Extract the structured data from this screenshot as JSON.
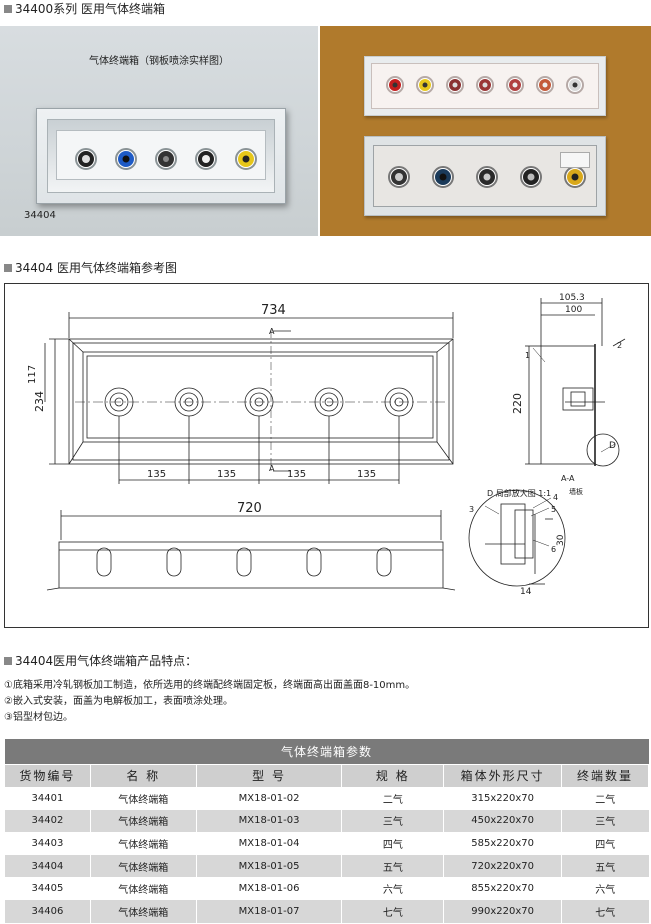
{
  "header": {
    "section1_title": "34400系列 医用气体终端箱",
    "section2_title": "34404 医用气体终端箱参考图",
    "section3_title": "34404医用气体终端箱产品特点："
  },
  "photo_left": {
    "caption": "气体终端箱（钢板喷涂实样图）",
    "code": "34404"
  },
  "drawing": {
    "dims": {
      "overall_width": "734",
      "front_height": "234",
      "half_height": "117",
      "spacing": "135",
      "bottom_width": "720",
      "side_depth_outer": "105.3",
      "side_depth_inner": "100",
      "side_height": "220",
      "detail_height": "30",
      "detail_width": "14"
    },
    "labels": {
      "section_a": "A",
      "section_aa": "A-A",
      "detail_d": "D",
      "detail_title": "D 局部放大图 1:1",
      "note": "墙板",
      "n1": "1",
      "n2": "2",
      "n3": "3",
      "n4": "4",
      "n5": "5",
      "n6": "6"
    }
  },
  "features": [
    "①底箱采用冷轧钢板加工制造，依所选用的终端配终端固定板，终端面高出面盖面8-10mm。",
    "②嵌入式安装，面盖为电解板加工，表面喷涂处理。",
    "③铝型材包边。"
  ],
  "table": {
    "caption": "气体终端箱参数",
    "headers": [
      "货物编号",
      "名 称",
      "型 号",
      "规 格",
      "箱体外形尺寸",
      "终端数量"
    ],
    "rows": [
      [
        "34401",
        "气体终端箱",
        "MX18-01-02",
        "二气",
        "315x220x70",
        "二气"
      ],
      [
        "34402",
        "气体终端箱",
        "MX18-01-03",
        "三气",
        "450x220x70",
        "三气"
      ],
      [
        "34403",
        "气体终端箱",
        "MX18-01-04",
        "四气",
        "585x220x70",
        "四气"
      ],
      [
        "34404",
        "气体终端箱",
        "MX18-01-05",
        "五气",
        "720x220x70",
        "五气"
      ],
      [
        "34405",
        "气体终端箱",
        "MX18-01-06",
        "六气",
        "855x220x70",
        "六气"
      ],
      [
        "34406",
        "气体终端箱",
        "MX18-01-07",
        "七气",
        "990x220x70",
        "七气"
      ]
    ]
  },
  "colors": {
    "photo_right_bg": "#b07a2c",
    "table_caption_bg": "#7a7a7a",
    "table_header_bg": "#cfcfcf",
    "table_even_row_bg": "#d7d7d7",
    "outlet_colors": [
      "#ffffff",
      "#1e5bc6",
      "#333333",
      "#222222",
      "#e6c619"
    ]
  }
}
